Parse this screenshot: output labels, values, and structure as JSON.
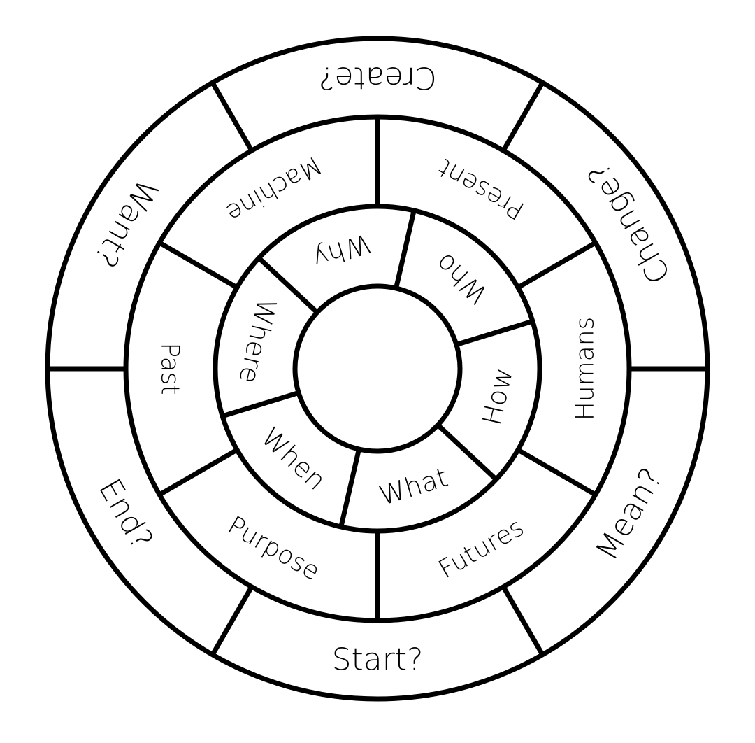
{
  "wheel": {
    "outer_ring": [
      "Change?",
      "Mean?",
      "Start?",
      "End?",
      "Want?",
      "Create?"
    ],
    "middle_ring": [
      "Present",
      "Humans",
      "Futures",
      "Purpose",
      "Past",
      "Machine"
    ],
    "inner_ring": [
      "Who",
      "How",
      "What",
      "When",
      "Where",
      "Why"
    ],
    "hub_label": ""
  }
}
